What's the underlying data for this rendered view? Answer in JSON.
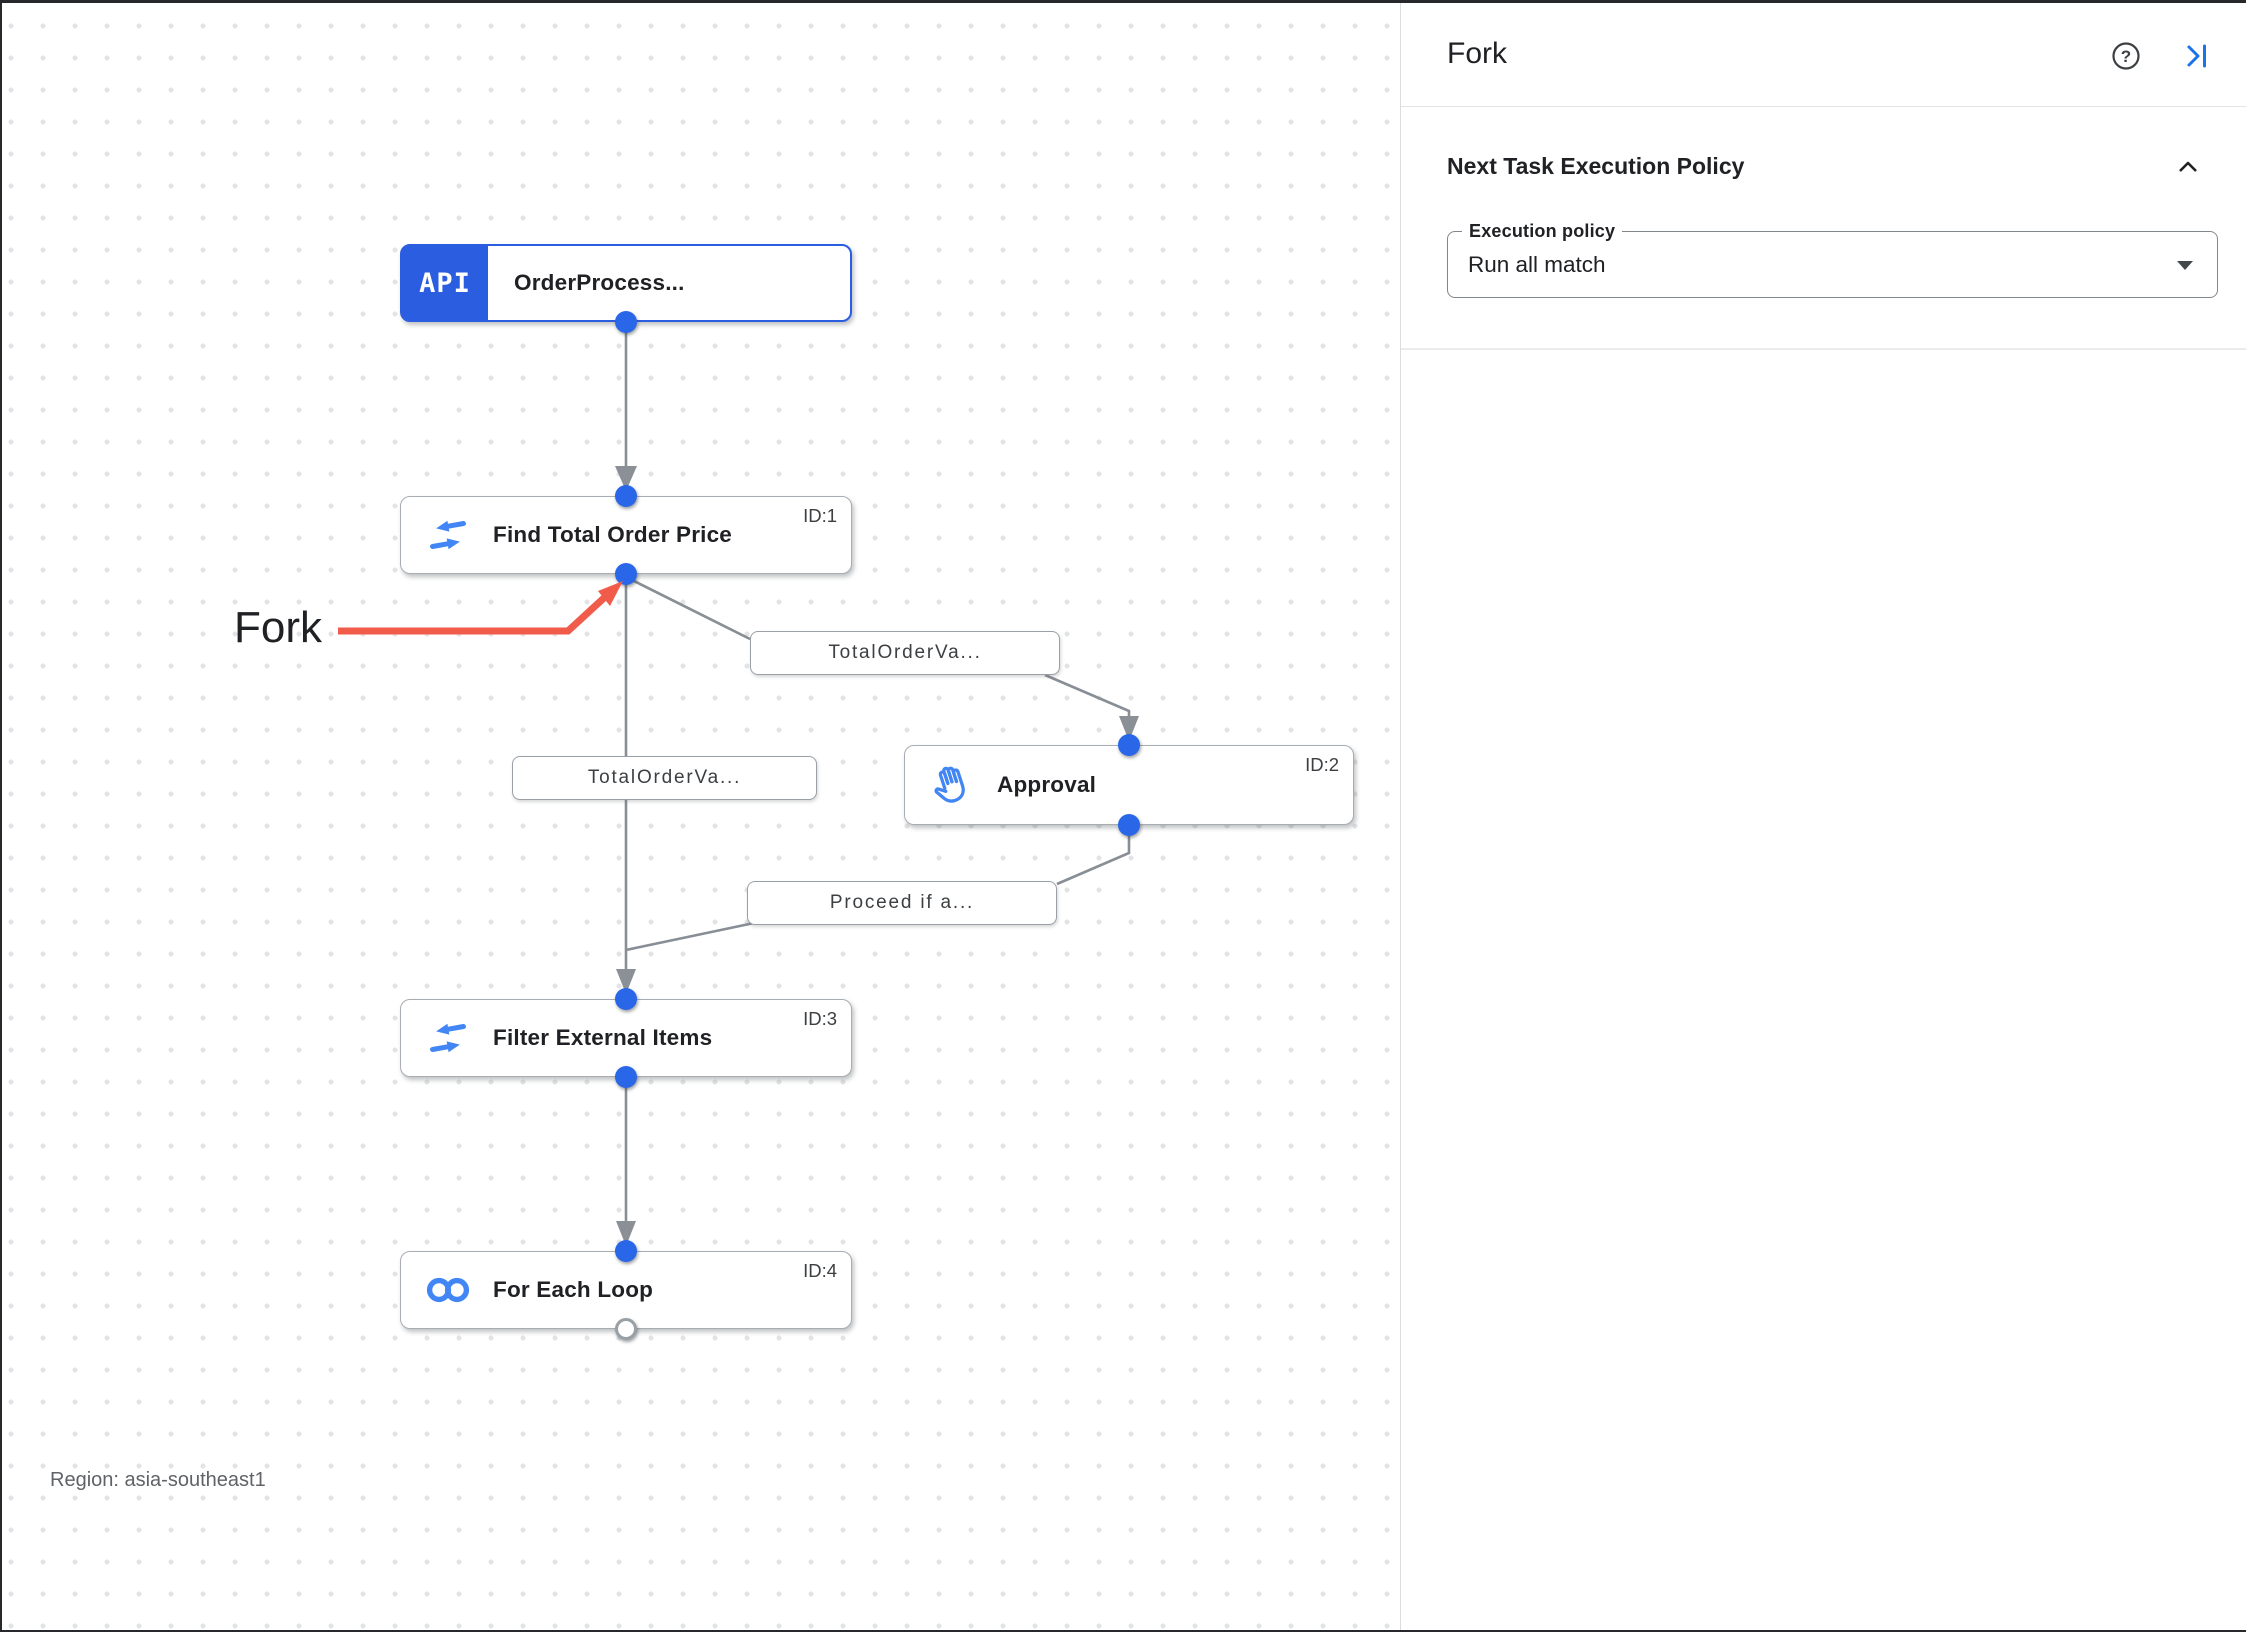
{
  "colors": {
    "accent_blue": "#1a73e8",
    "icon_blue": "#4285f4",
    "node_border_blue": "#2b5de0",
    "dot_blue": "#2a66e8",
    "edge_gray": "#888e95",
    "annotation_red": "#f15b4a"
  },
  "canvas": {
    "region_label": "Region: asia-southeast1",
    "annotation": {
      "label": "Fork"
    },
    "nodes": [
      {
        "label": "OrderProcess...",
        "badge": "API",
        "icon": "api-trigger",
        "id_tag": ""
      },
      {
        "label": "Find Total Order Price",
        "icon": "data-mapping",
        "id_tag": "ID:1"
      },
      {
        "label": "Approval",
        "icon": "approval-hand",
        "id_tag": "ID:2"
      },
      {
        "label": "Filter External Items",
        "icon": "data-mapping",
        "id_tag": "ID:3"
      },
      {
        "label": "For Each Loop",
        "icon": "for-each-loop",
        "id_tag": "ID:4"
      }
    ],
    "edge_labels": [
      {
        "text": "TotalOrderVa..."
      },
      {
        "text": "TotalOrderVa..."
      },
      {
        "text": "Proceed if a..."
      }
    ]
  },
  "panel": {
    "title": "Fork",
    "section_heading": "Next Task Execution Policy",
    "field": {
      "label": "Execution policy",
      "value": "Run all match"
    }
  },
  "icons": {
    "help_glyph": "?"
  }
}
